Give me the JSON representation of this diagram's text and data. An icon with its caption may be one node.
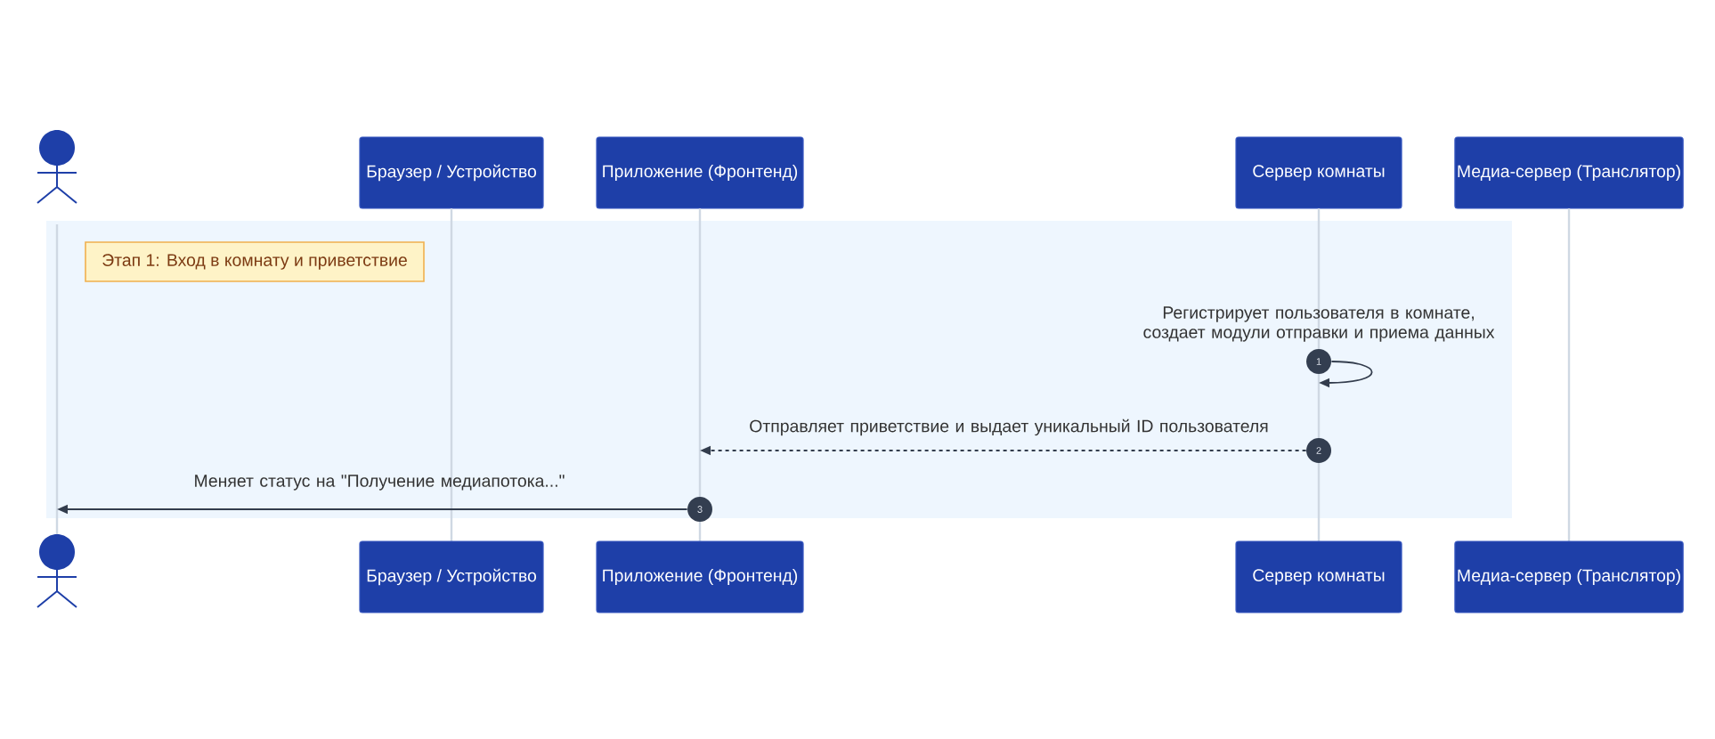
{
  "diagram": {
    "nodes": [
      {
        "text": [],
        "shape": "person"
      },
      {
        "text": [
          "Браузер / Устройство"
        ]
      },
      {
        "text": [
          "Приложение (Фронтенд)"
        ]
      },
      {
        "text": [
          "Сервер комнаты"
        ]
      },
      {
        "text": [
          "Медиа-сервер (Транслятор)"
        ]
      },
      {
        "text": [],
        "shape": "line"
      },
      {
        "text": [],
        "shape": "line"
      },
      {
        "text": [],
        "shape": "line"
      },
      {
        "text": [],
        "shape": "line"
      },
      {
        "text": [],
        "shape": "line"
      },
      {
        "text": [
          "Этап 1: Вход в комнату и приветствие"
        ]
      },
      {
        "text": [
          "1"
        ]
      },
      {
        "text": [
          "2"
        ]
      },
      {
        "text": [
          "3"
        ]
      },
      {
        "text": [],
        "shape": "person"
      },
      {
        "text": [
          "Браузер / Устройство"
        ]
      },
      {
        "text": [
          "Приложение (Фронтенд)"
        ]
      },
      {
        "text": [
          "Сервер комнаты"
        ]
      },
      {
        "text": [
          "Медиа-сервер (Транслятор)"
        ]
      }
    ],
    "edges": [
      {
        "from": 11,
        "to": 8,
        "arrow": "to",
        "label": "Регистрирует пользователя в комнате, создает модули отправки и приема данных"
      },
      {
        "from": 12,
        "to": 7,
        "arrow": "to",
        "style": "dashed",
        "label": "Отправляет приветствие и выдает уникальный ID пользователя"
      },
      {
        "from": 13,
        "to": 5,
        "arrow": "to",
        "label": "Меняет статус на \"Получение медиапотока...\""
      }
    ]
  }
}
